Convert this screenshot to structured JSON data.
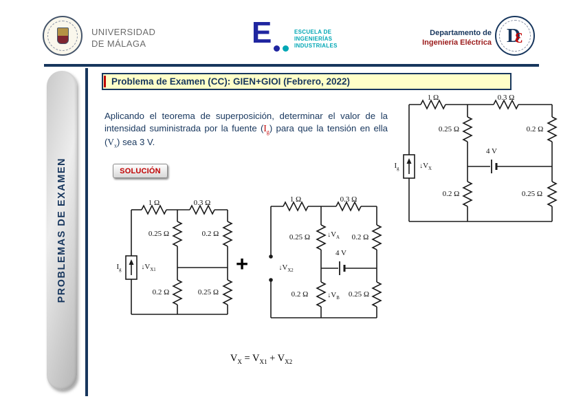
{
  "header": {
    "university": {
      "line1": "UNIVERSIDAD",
      "line2": "DE MÁLAGA"
    },
    "school": {
      "letter": "E",
      "line1": "ESCUELA DE",
      "line2": "INGENIERÍAS",
      "line3": "INDUSTRIALES"
    },
    "department": {
      "line1": "Departamento de",
      "line2": "Ingeniería Eléctrica",
      "monogram_d": "D",
      "monogram_e": "Ɛ"
    }
  },
  "sidebar": {
    "label": "PROBLEMAS DE EXAMEN"
  },
  "title_bar": {
    "title": "Problema de Examen (CC): GIEN+GIOI (Febrero, 2022)"
  },
  "problem": {
    "part1": "Aplicando el teorema de superposición, determinar el valor de la intensidad suministrada por la fuente (",
    "i_main": "I",
    "i_sub": "g",
    "part2": ") para que la tensión en ella (",
    "v_main": "V",
    "v_sub": "x",
    "part3": ") sea 3 V."
  },
  "solution": {
    "label": "SOLUCIÓN"
  },
  "icons": {
    "down_arrow": "↓"
  },
  "circuits": {
    "original": {
      "r_top_left": "1 Ω",
      "r_top_right": "0.3 Ω",
      "r_mid_top": "0.25 Ω",
      "r_right_top": "0.2 Ω",
      "v_source": "4 V",
      "r_mid_bottom": "0.2 Ω",
      "r_right_bottom": "0.25 Ω",
      "i_main": "I",
      "i_sub": "g",
      "v_main": "V",
      "v_sub": "X"
    },
    "partial1": {
      "r_top_left": "1 Ω",
      "r_top_right": "0.3 Ω",
      "r_mid_top": "0.25 Ω",
      "r_right_top": "0.2 Ω",
      "r_mid_bottom": "0.2 Ω",
      "r_right_bottom": "0.25 Ω",
      "i_main": "I",
      "i_sub": "g",
      "v_main": "V",
      "v_sub": "X1"
    },
    "partial2": {
      "r_top_left": "1 Ω",
      "r_top_right": "0.3 Ω",
      "r_mid_top": "0.25 Ω",
      "r_right_top": "0.2 Ω",
      "v_source": "4 V",
      "r_mid_bottom": "0.2 Ω",
      "r_right_bottom": "0.25 Ω",
      "v_main": "V",
      "v_sub": "X2",
      "va_main": "V",
      "va_sub": "A",
      "vb_main": "V",
      "vb_sub": "B"
    }
  },
  "operator": {
    "plus": "+"
  },
  "formula": {
    "v": "V",
    "s1": "X",
    "eq": "=",
    "s2": "X1",
    "plus": "+",
    "s3": "X2"
  }
}
